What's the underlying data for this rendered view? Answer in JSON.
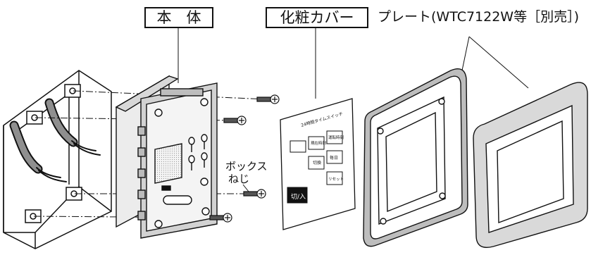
{
  "labels": {
    "body": "本　体",
    "cover": "化粧カバー",
    "plate": "プレート(WTC7122W等［別売］)",
    "screw_line1": "ボックス",
    "screw_line2": "ねじ"
  },
  "cover_panel": {
    "header": "24時間タイムスイッチ",
    "key_current": "現在時刻",
    "key_schedule": "運転時刻",
    "key_daily": "毎日",
    "key_switch": "切換",
    "key_reset": "リセット",
    "key_off_on": "切/入"
  }
}
